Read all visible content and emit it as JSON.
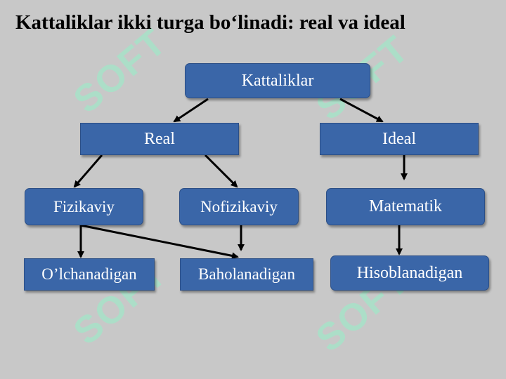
{
  "slide": {
    "title": "Kattaliklar ikki turga bo‘linadi: real va ideal",
    "watermark_text": "SOFT"
  },
  "nodes": {
    "root": "Kattaliklar",
    "real": "Real",
    "ideal": "Ideal",
    "fizikaviy": "Fizikaviy",
    "nofizikaviy": "Nofizikaviy",
    "matematik": "Matematik",
    "olchanadigan": "O’lchanadigan",
    "baholanadigan": "Baholanadigan",
    "hisoblanadigan": "Hisoblanadigan"
  },
  "edges": [
    {
      "from": "root",
      "to": "real"
    },
    {
      "from": "root",
      "to": "ideal"
    },
    {
      "from": "real",
      "to": "fizikaviy"
    },
    {
      "from": "real",
      "to": "nofizikaviy"
    },
    {
      "from": "ideal",
      "to": "matematik"
    },
    {
      "from": "fizikaviy",
      "to": "olchanadigan"
    },
    {
      "from": "fizikaviy",
      "to": "baholanadigan"
    },
    {
      "from": "nofizikaviy",
      "to": "baholanadigan"
    },
    {
      "from": "matematik",
      "to": "hisoblanadigan"
    }
  ],
  "colors": {
    "background": "#c8c8c8",
    "box_fill": "#3a66a8",
    "box_text": "#ffffff",
    "arrow": "#000000",
    "watermark": "#96f0c8"
  }
}
